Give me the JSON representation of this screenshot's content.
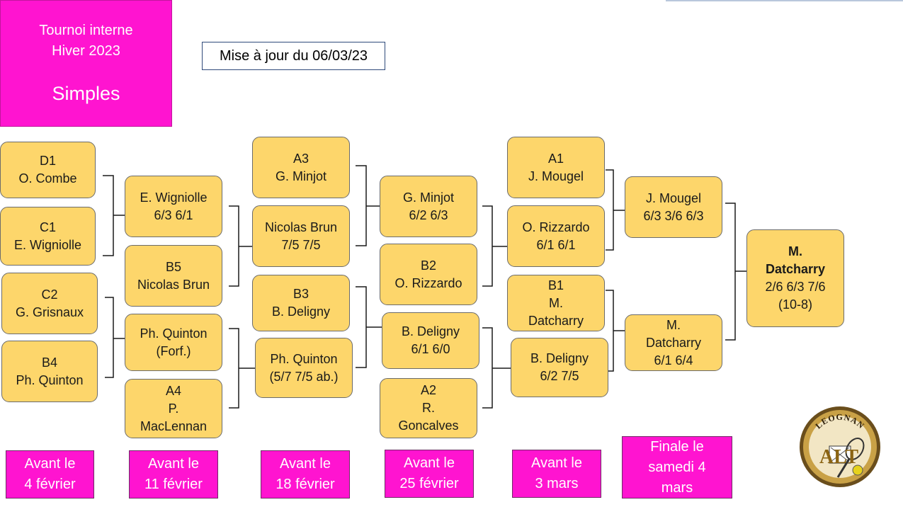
{
  "header": {
    "line1": "Tournoi interne",
    "line2": "Hiver 2023",
    "title": "Simples",
    "update": "Mise à jour du 06/03/23"
  },
  "rounds": {
    "r1": [
      {
        "l1": "D1",
        "l2": "O. Combe"
      },
      {
        "l1": "C1",
        "l2": "E. Wigniolle"
      },
      {
        "l1": "C2",
        "l2": "G. Grisnaux"
      },
      {
        "l1": "B4",
        "l2": "Ph. Quinton"
      }
    ],
    "r2": [
      {
        "l1": "E. Wigniolle",
        "l2": "6/3 6/1"
      },
      {
        "l1": "B5",
        "l2": "Nicolas Brun"
      },
      {
        "l1": "Ph. Quinton",
        "l2": "(Forf.)"
      },
      {
        "l1": "A4",
        "l2": "P.",
        "l3": "MacLennan"
      }
    ],
    "r3": [
      {
        "l1": "A3",
        "l2": "G. Minjot"
      },
      {
        "l1": "Nicolas Brun",
        "l2": "7/5 7/5"
      },
      {
        "l1": "B3",
        "l2": "B. Deligny"
      },
      {
        "l1": "Ph. Quinton",
        "l2": "(5/7 7/5 ab.)"
      }
    ],
    "r4": [
      {
        "l1": "G. Minjot",
        "l2": "6/2 6/3"
      },
      {
        "l1": "B2",
        "l2": "O. Rizzardo"
      },
      {
        "l1": "B. Deligny",
        "l2": "6/1 6/0"
      },
      {
        "l1": "A2",
        "l2": "R.",
        "l3": "Goncalves"
      }
    ],
    "r5": [
      {
        "l1": "A1",
        "l2": "J. Mougel"
      },
      {
        "l1": "O. Rizzardo",
        "l2": "6/1 6/1"
      },
      {
        "l1": "B1",
        "l2": "M.",
        "l3": "Datcharry"
      },
      {
        "l1": "B. Deligny",
        "l2": "6/2 7/5"
      }
    ],
    "r6": [
      {
        "l1": "J. Mougel",
        "l2": "6/3 3/6 6/3"
      },
      {
        "l1": "M.",
        "l2": "Datcharry",
        "l3": "6/1 6/4"
      }
    ],
    "final": {
      "l1": "M.",
      "l2": "Datcharry",
      "l3": "2/6 6/3 7/6",
      "l4": "(10-8)"
    }
  },
  "deadlines": [
    {
      "l1": "Avant le",
      "l2": "4 février"
    },
    {
      "l1": "Avant le",
      "l2": "11 février"
    },
    {
      "l1": "Avant le",
      "l2": "18 février"
    },
    {
      "l1": "Avant le",
      "l2": "25 février"
    },
    {
      "l1": "Avant le",
      "l2": "3 mars"
    },
    {
      "l1": "Finale le",
      "l2": "samedi 4",
      "l3": "mars"
    }
  ],
  "logo": {
    "text": "LEOGNAN",
    "letters": "ALT"
  },
  "colors": {
    "accent": "#ff14d0",
    "box": "#fdd66b",
    "line": "#1a1a1a"
  }
}
